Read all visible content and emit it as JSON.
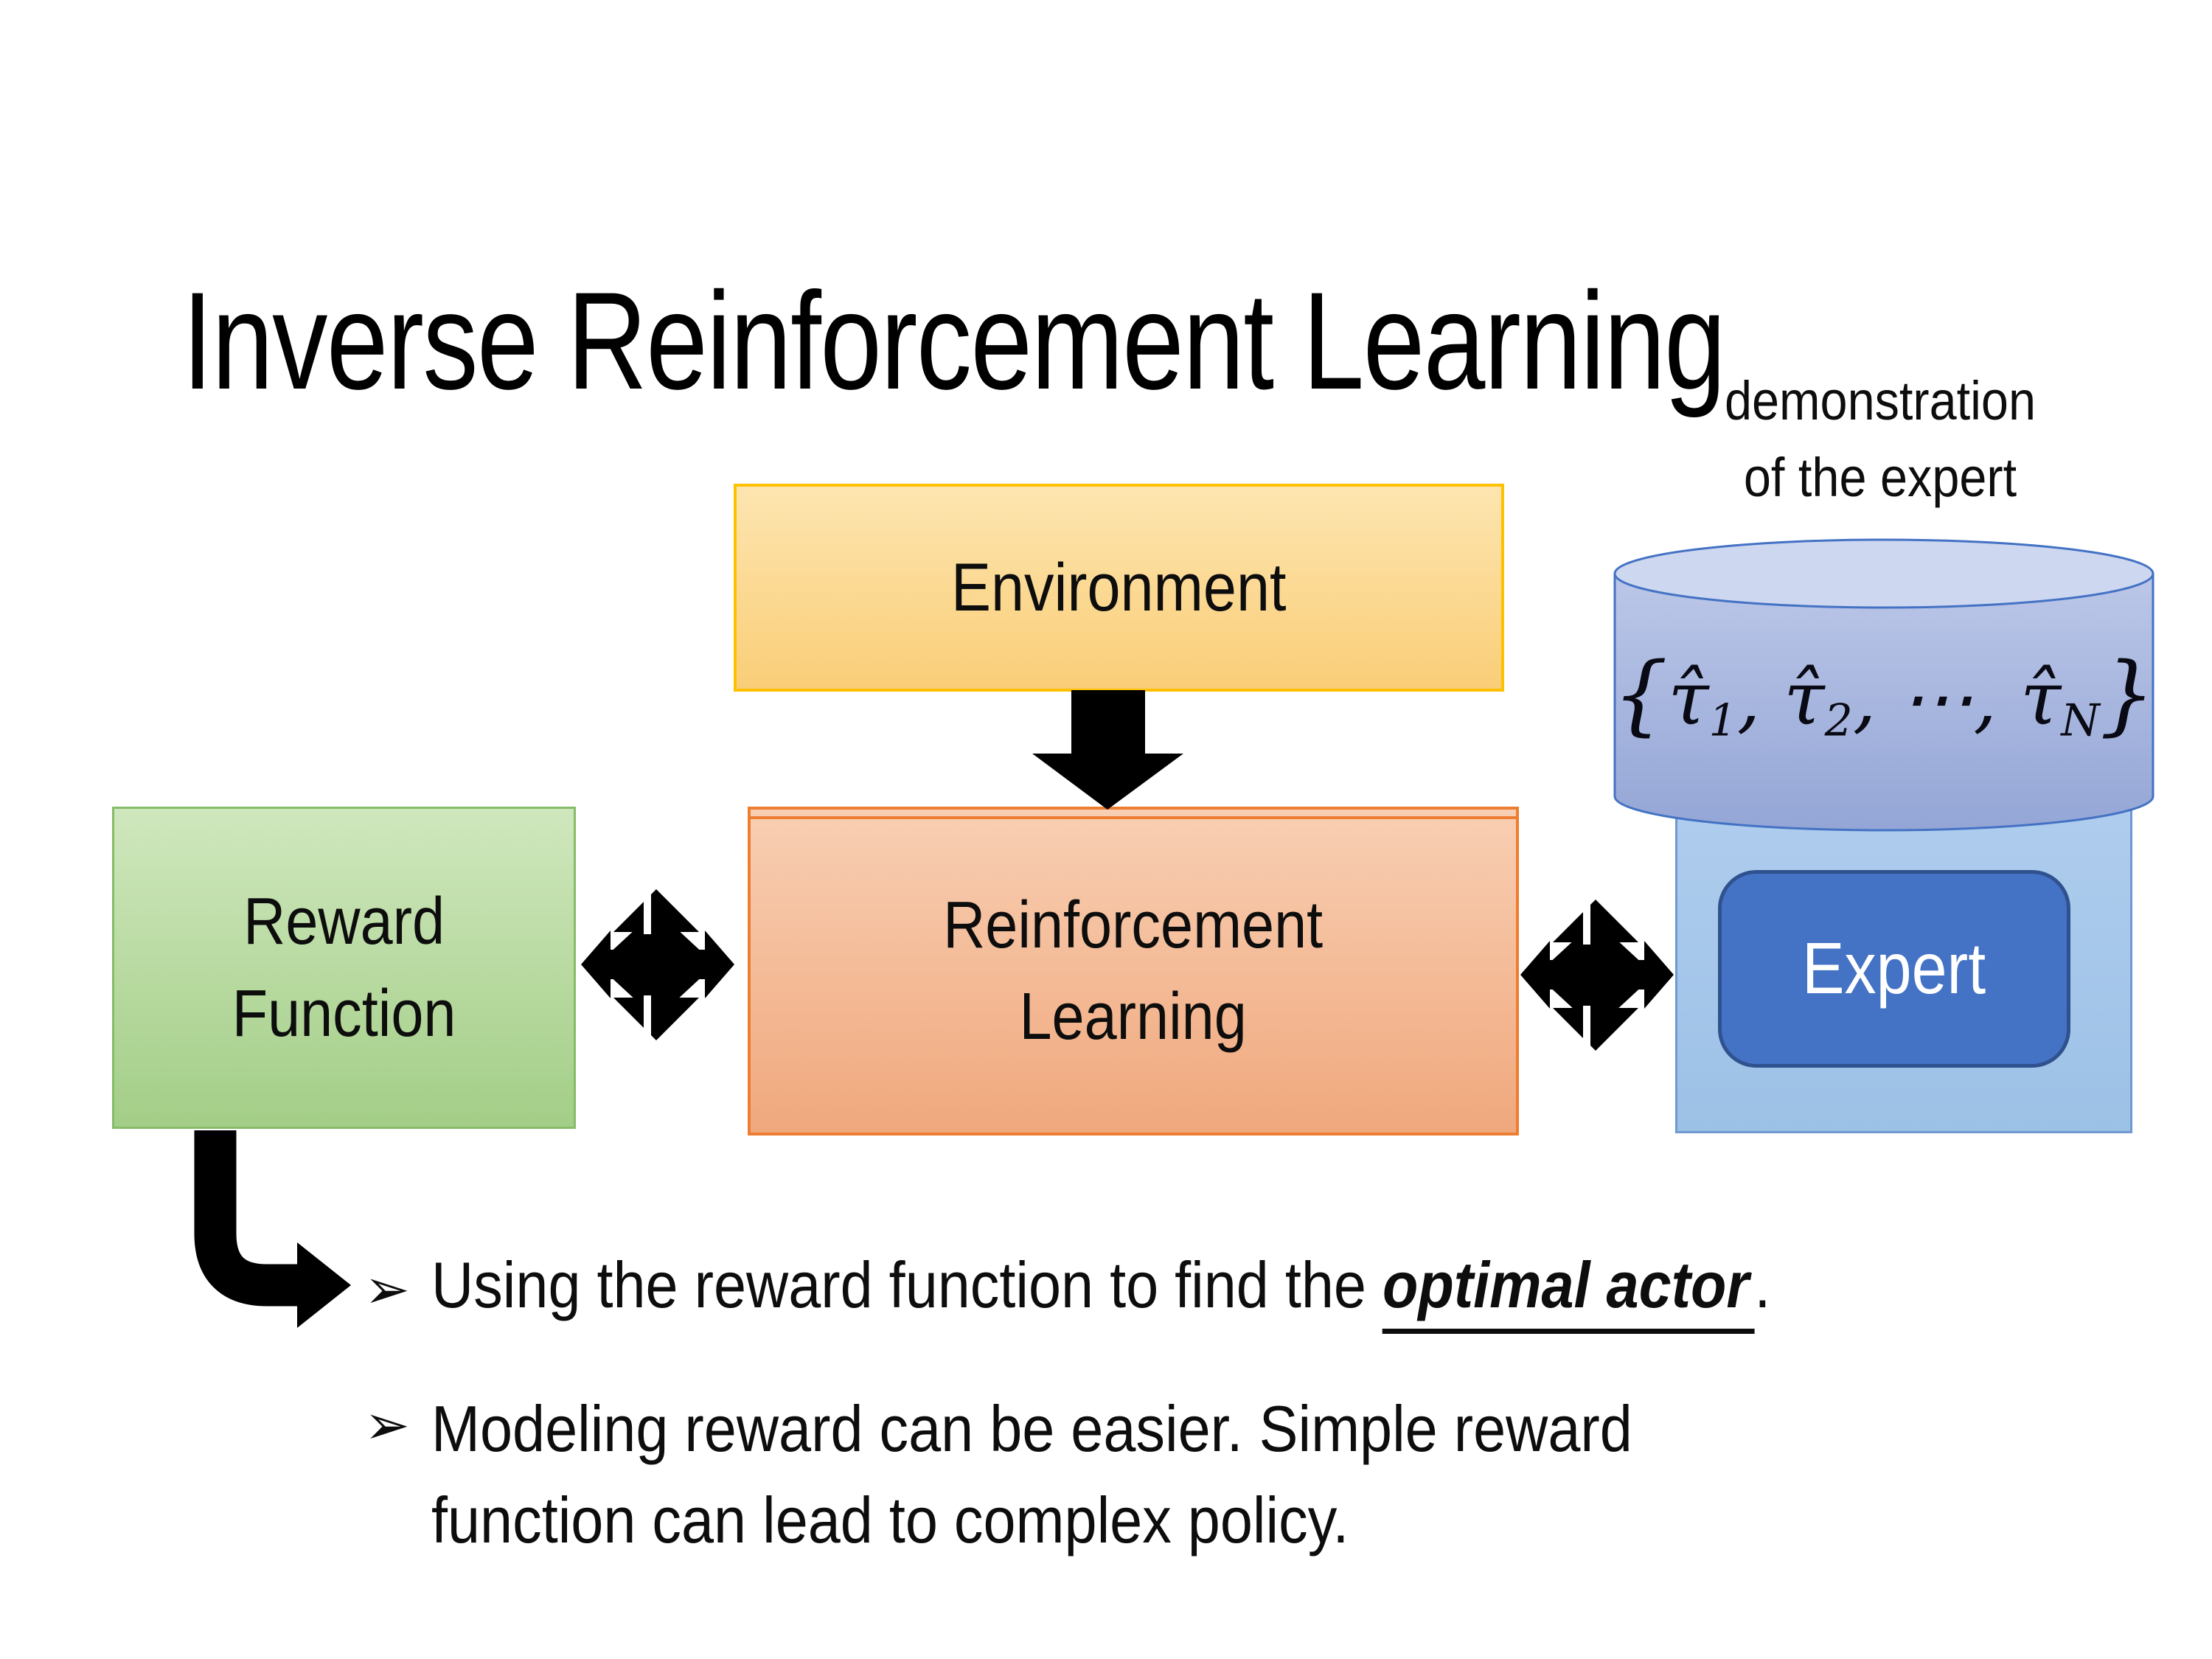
{
  "slide": {
    "title": "Inverse Reinforcement Learning",
    "background_color": "#ffffff",
    "text_color": "#0d0d0d"
  },
  "diagram": {
    "demo_label": {
      "line1": "demonstration",
      "line2": "of the expert"
    },
    "environment_box": {
      "label": "Environment",
      "fill_top": "#FDE5B0",
      "fill_bottom": "#FACE78",
      "border_color": "#FFC000"
    },
    "reward_box": {
      "label_line1": "Reward",
      "label_line2": "Function",
      "fill_top": "#CFE7BD",
      "fill_bottom": "#A3CE87",
      "border_color": "#86BC68"
    },
    "rl_box": {
      "label_line1": "Reinforcement",
      "label_line2": "Learning",
      "fill_top": "#F8CFB3",
      "fill_bottom": "#F0A87D",
      "border_color": "#ED7D31"
    },
    "expert_panel": {
      "fill_top": "#AFCDEE",
      "fill_bottom": "#9CC1E6",
      "border_color": "#6F99D0"
    },
    "expert_box": {
      "label": "Expert",
      "fill": "#4472C4",
      "border_color": "#2F528F",
      "text_color": "#ffffff"
    },
    "cylinder": {
      "body_fill": "#A5B4DD",
      "top_fill": "#CDD7F0",
      "border_color": "#4472C4",
      "formula": {
        "lbrace": "{",
        "tau1": "τ̂",
        "sub1": "1",
        "comma1": ", ",
        "tau2": "τ̂",
        "sub2": "2",
        "comma2": ", ",
        "dots": "⋯",
        "comma3": ", ",
        "tauN": "τ̂",
        "subN": "N",
        "rbrace": "}"
      }
    },
    "arrow_color": "#000000"
  },
  "bullets": {
    "marker": "➢",
    "item1": {
      "prefix": "Using the reward function to find the ",
      "highlight": "optimal actor",
      "suffix": "."
    },
    "item2": {
      "line1": "Modeling reward can be easier. Simple reward",
      "line2": "function can lead to complex policy."
    }
  }
}
